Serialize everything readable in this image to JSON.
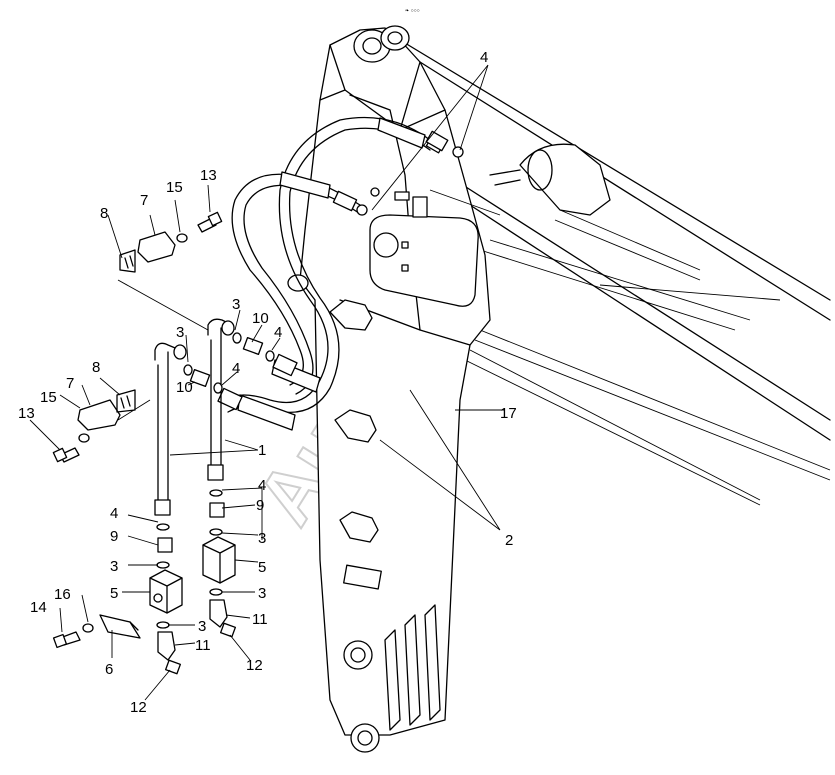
{
  "header_mark": "❧ ○○○",
  "watermark": "AutoSoft",
  "callouts": [
    "1",
    "2",
    "3",
    "4",
    "5",
    "6",
    "7",
    "8",
    "9",
    "10",
    "11",
    "12",
    "13",
    "14",
    "15",
    "16",
    "17"
  ]
}
